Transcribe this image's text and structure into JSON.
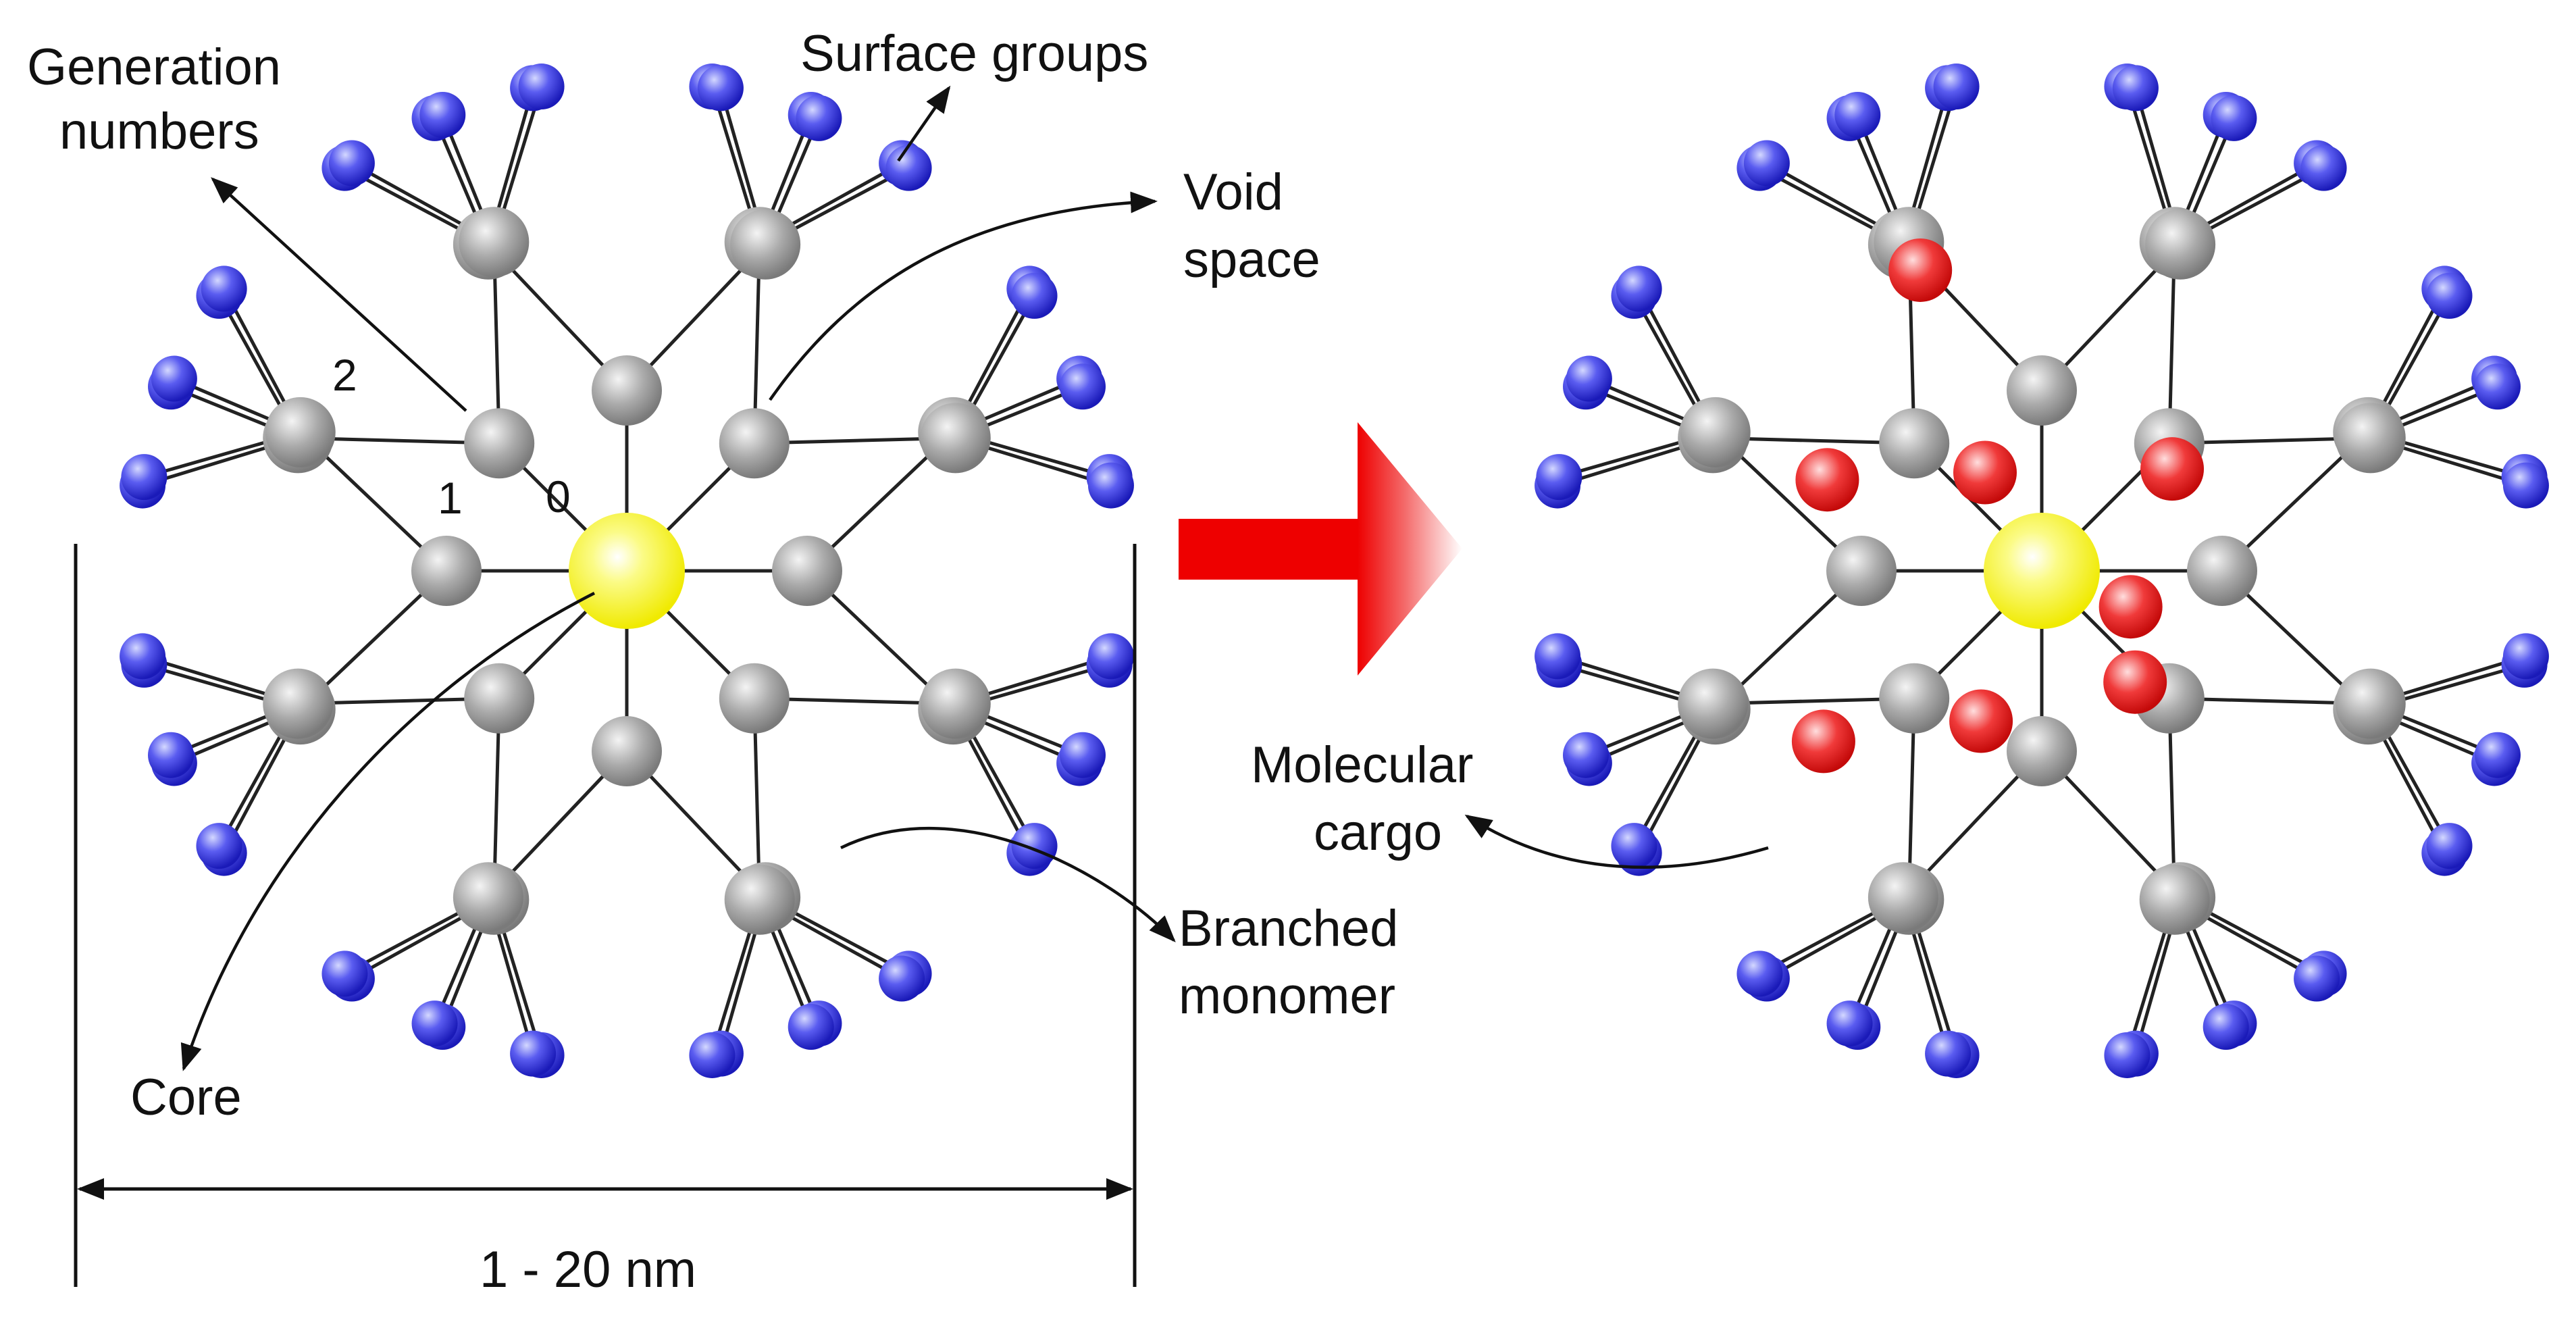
{
  "labels": {
    "generation_numbers_line1": "Generation",
    "generation_numbers_line2": "numbers",
    "surface_groups": "Surface groups",
    "void_space_line1": "Void",
    "void_space_line2": "space",
    "core": "Core",
    "branched_monomer_line1": "Branched",
    "branched_monomer_line2": "monomer",
    "molecular_cargo_line1": "Molecular",
    "molecular_cargo_line2": "cargo",
    "size_range": "1 - 20 nm"
  },
  "generation_marks": [
    "0",
    "1",
    "2"
  ],
  "colors": {
    "core": "#f7f300",
    "branch_node": "#9a9a9a",
    "surface_group": "#2b2bd6",
    "cargo": "#e01515",
    "transform_arrow": "#ee0000"
  }
}
